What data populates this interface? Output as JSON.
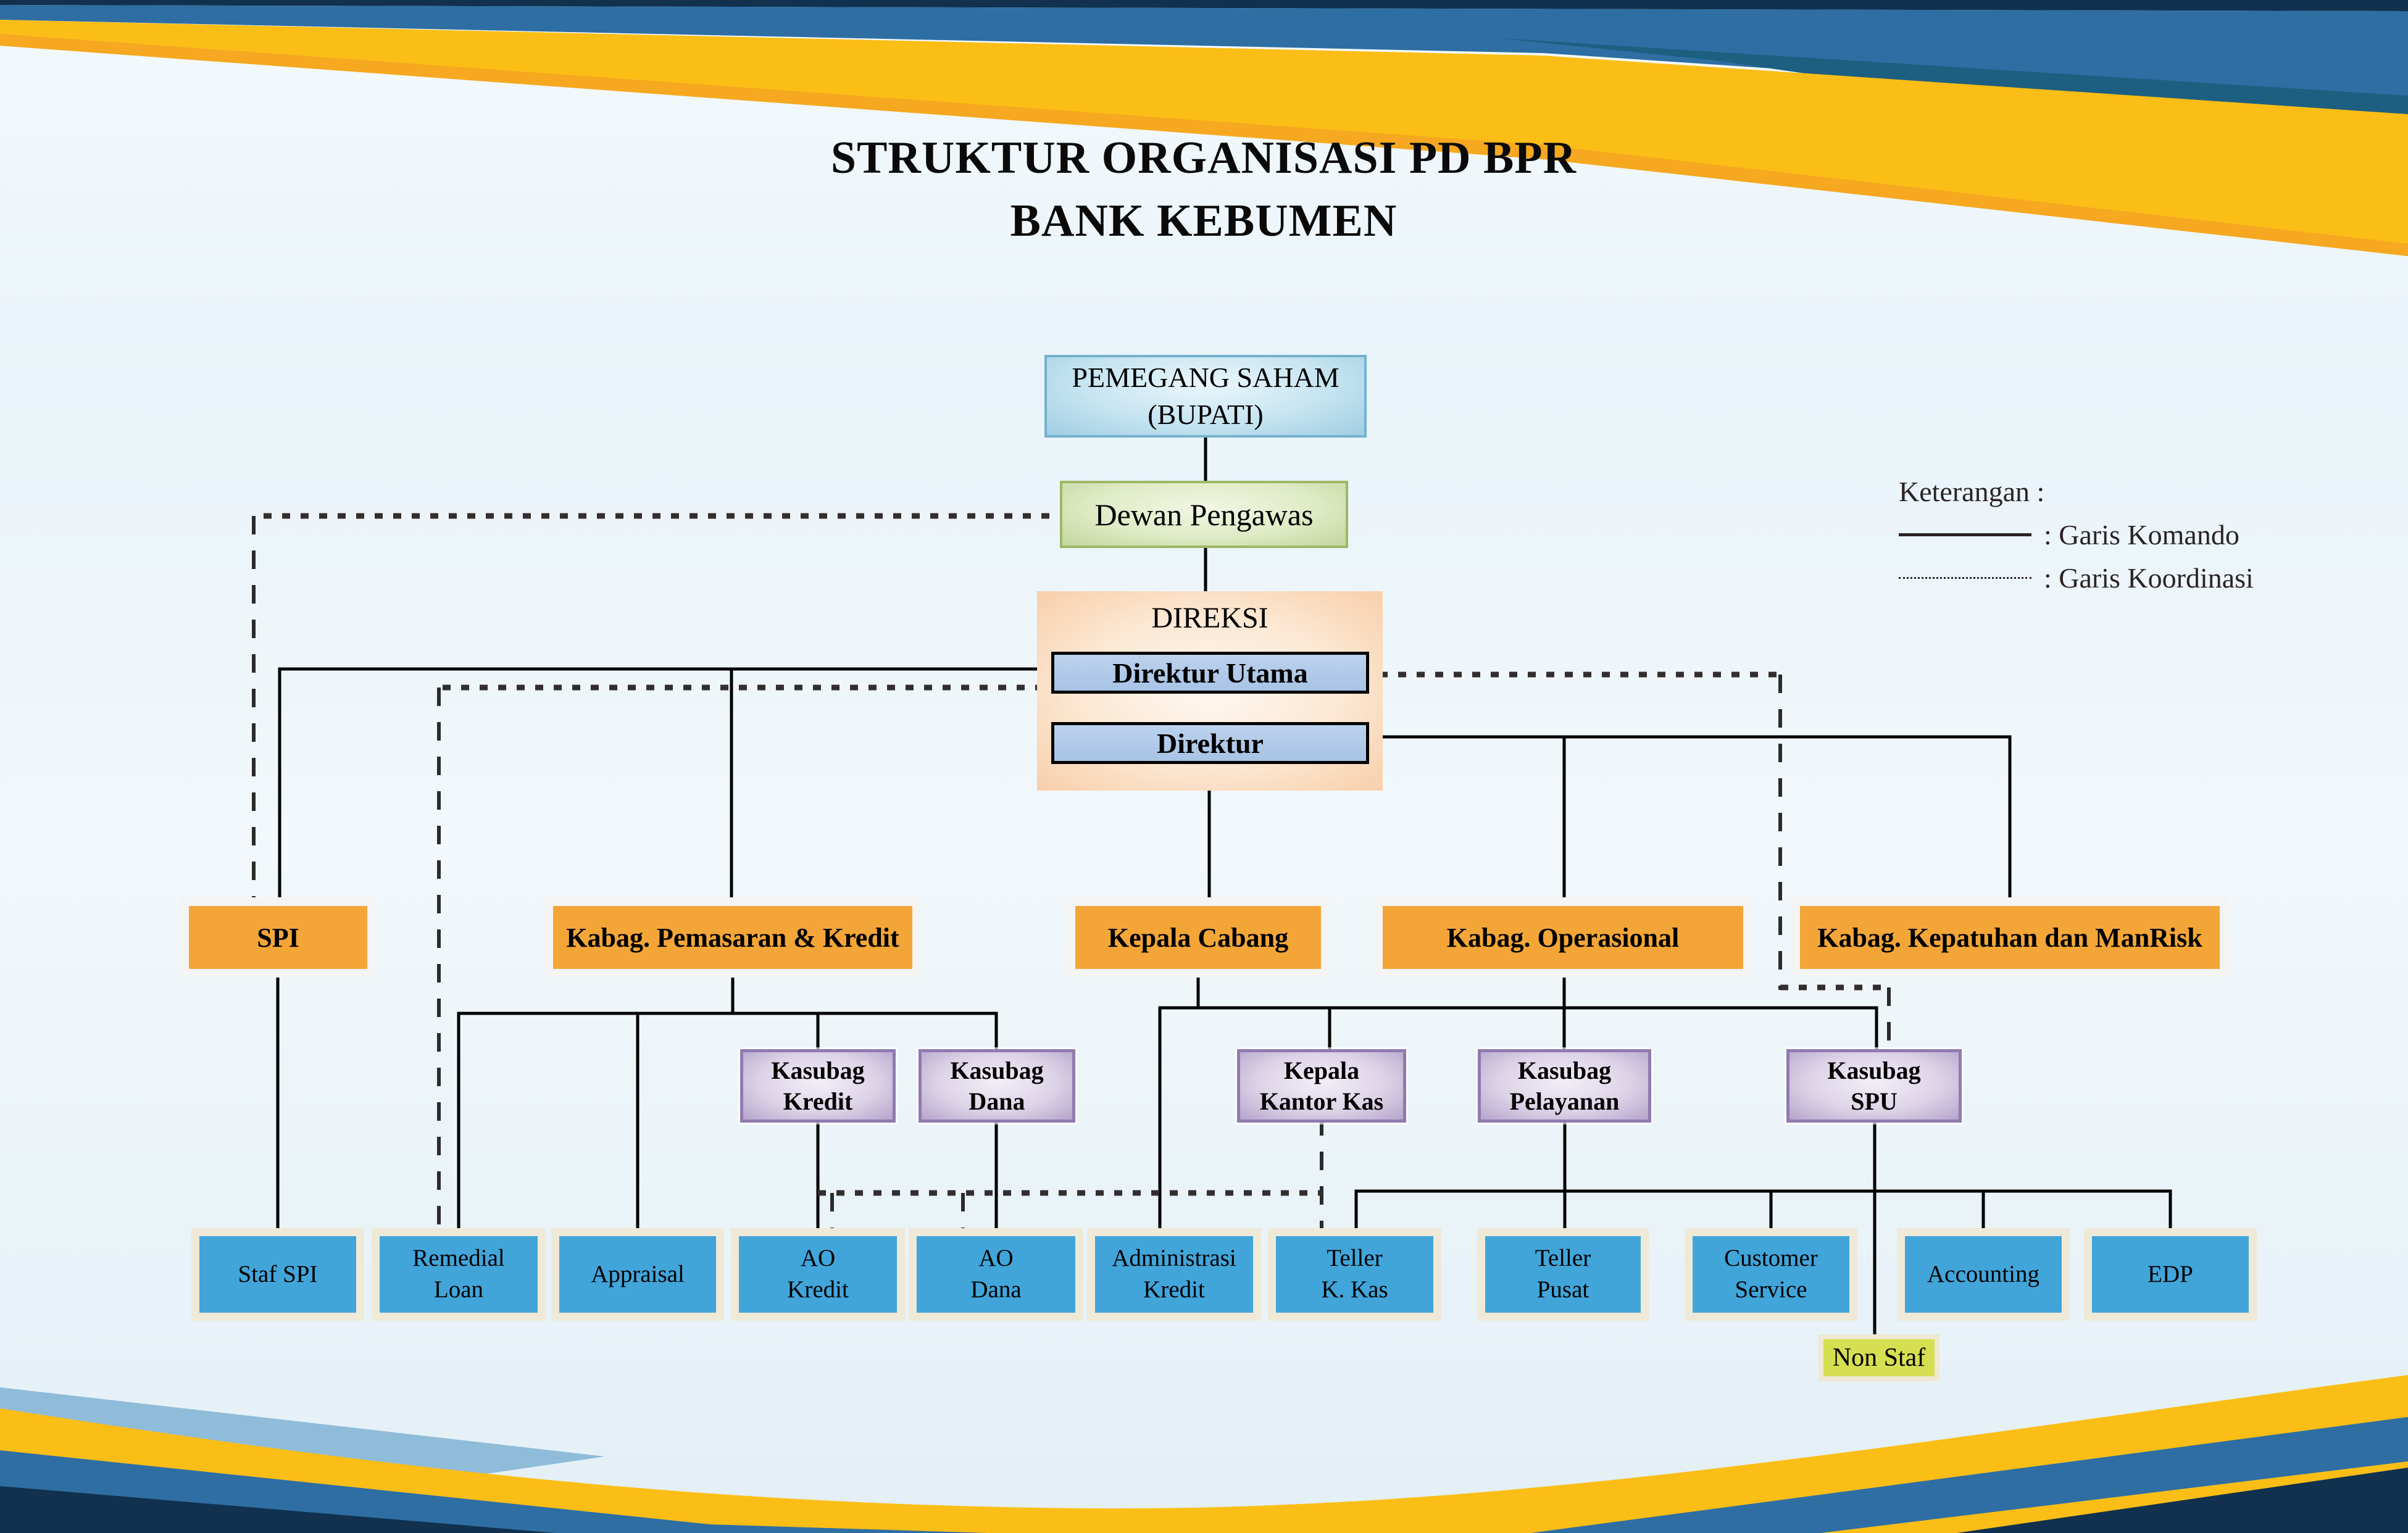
{
  "title": {
    "line1": "STRUKTUR ORGANISASI",
    "line2": "PD BPR BANK KEBUMEN"
  },
  "legend": {
    "heading": "Keterangan :",
    "komando": ": Garis Komando",
    "koordinasi": ": Garis Koordinasi"
  },
  "nodes": {
    "pemegang_saham": {
      "line1": "PEMEGANG SAHAM",
      "line2": "(BUPATI)"
    },
    "dewan_pengawas": {
      "line1": "Dewan Pengawas"
    },
    "direksi": {
      "line1": "DIREKSI"
    },
    "direktur_utama": {
      "line1": "Direktur Utama"
    },
    "direktur": {
      "line1": "Direktur"
    },
    "spi": {
      "line1": "SPI"
    },
    "kabag_pemasaran_kredit": {
      "line1": "Kabag. Pemasaran & Kredit"
    },
    "kepala_cabang": {
      "line1": "Kepala Cabang"
    },
    "kabag_operasional": {
      "line1": "Kabag. Operasional"
    },
    "kabag_kepatuhan_manrisk": {
      "line1": "Kabag. Kepatuhan dan ManRisk"
    },
    "kasubag_kredit": {
      "line1": "Kasubag",
      "line2": "Kredit"
    },
    "kasubag_dana": {
      "line1": "Kasubag",
      "line2": "Dana"
    },
    "kepala_kantor_kas": {
      "line1": "Kepala",
      "line2": "Kantor Kas"
    },
    "kasubag_pelayanan": {
      "line1": "Kasubag",
      "line2": "Pelayanan"
    },
    "kasubag_spu": {
      "line1": "Kasubag",
      "line2": "SPU"
    },
    "staf_spi": {
      "line1": "Staf SPI"
    },
    "remedial_loan": {
      "line1": "Remedial",
      "line2": "Loan"
    },
    "appraisal": {
      "line1": "Appraisal"
    },
    "ao_kredit": {
      "line1": "AO",
      "line2": "Kredit"
    },
    "ao_dana": {
      "line1": "AO",
      "line2": "Dana"
    },
    "administrasi_kredit": {
      "line1": "Administrasi",
      "line2": "Kredit"
    },
    "teller_k_kas": {
      "line1": "Teller",
      "line2": "K. Kas"
    },
    "teller_pusat": {
      "line1": "Teller",
      "line2": "Pusat"
    },
    "customer_service": {
      "line1": "Customer",
      "line2": "Service"
    },
    "accounting": {
      "line1": "Accounting"
    },
    "edp": {
      "line1": "EDP"
    },
    "non_staf": {
      "line1": "Non Staf"
    }
  },
  "colors": {
    "box_orange": "#F3A637",
    "box_blue": "#42A5DA",
    "box_purple_border": "#8F7BAE",
    "box_green": "#DFEBC6",
    "box_top_blue": "#C6E4F1",
    "direksi_panel": "#FCE7D2",
    "direktur_fill": "#B2CBE9",
    "non_staf": "#D6DF52",
    "band_gold": "#FBBE17",
    "band_blue": "#2E6EA3",
    "band_navy": "#11314E",
    "command_line": "#000000"
  }
}
